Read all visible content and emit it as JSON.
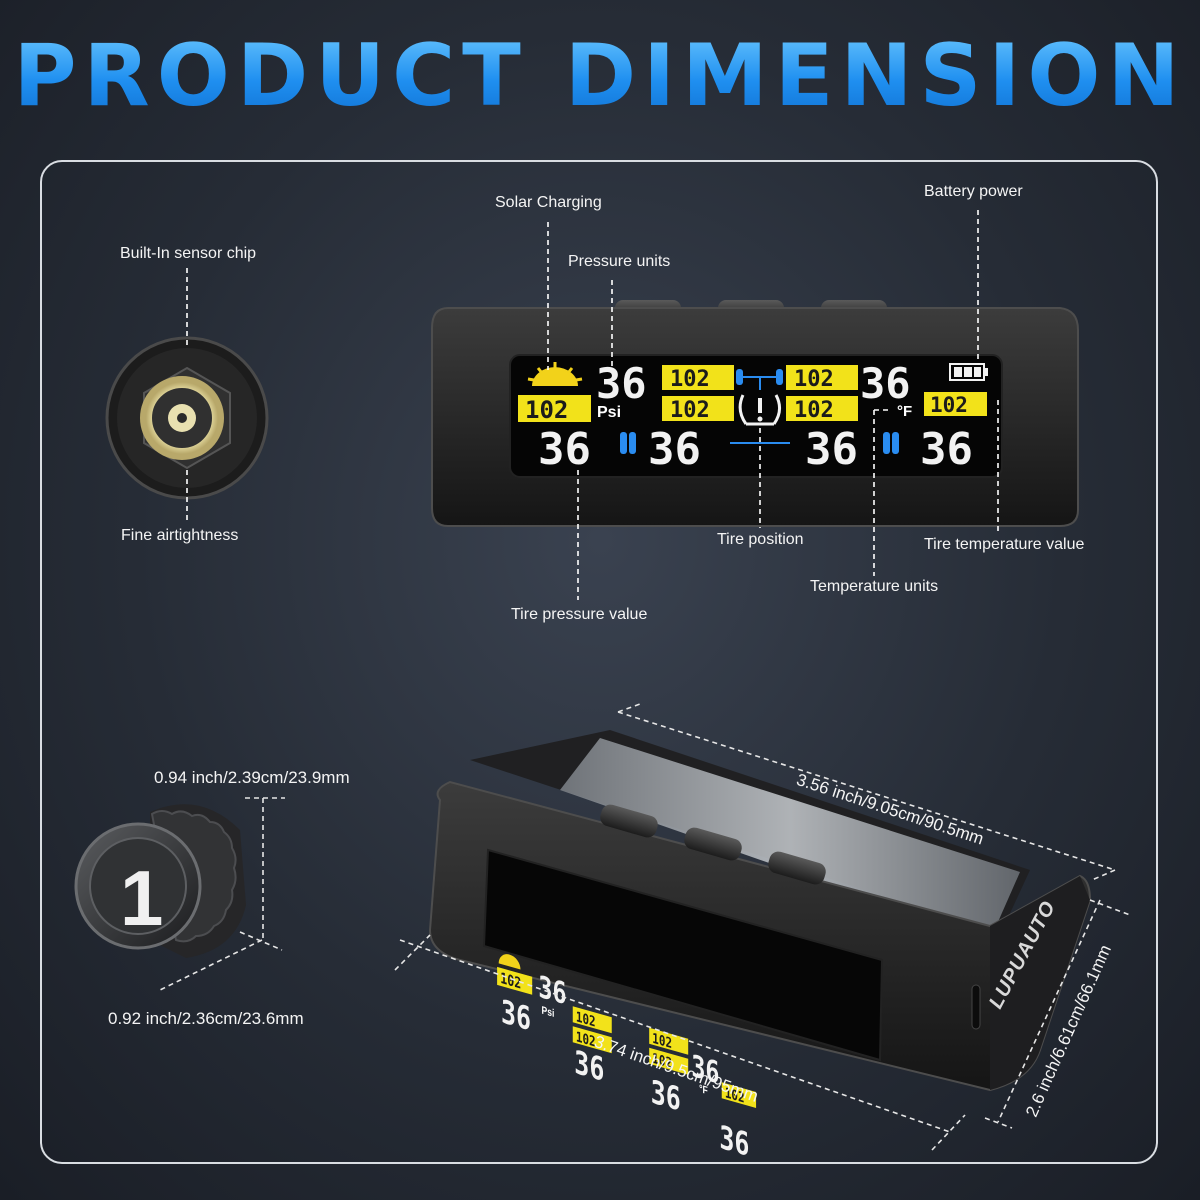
{
  "header": {
    "title": "PRODUCT DIMENSION"
  },
  "callouts": {
    "built_in_chip": "Built-In sensor chip",
    "fine_airtightness": "Fine airtightness",
    "solar_charging": "Solar Charging",
    "pressure_units": "Pressure units",
    "battery_power": "Battery power",
    "tire_position": "Tire position",
    "tire_temperature_value": "Tire temperature value",
    "temperature_units": "Temperature units",
    "tire_pressure_value": "Tire pressure value"
  },
  "display": {
    "pressure": "36",
    "temperature": "102",
    "pressure_unit": "Psi",
    "temp_unit": "°F"
  },
  "sensor": {
    "number": "1"
  },
  "brand": "LUPUAUTO",
  "dimensions": {
    "sensor_height": "0.94 inch/2.39cm/23.9mm",
    "sensor_width": "0.92 inch/2.36cm/23.6mm",
    "monitor_depth": "3.56 inch/9.05cm/90.5mm",
    "monitor_length": "3.74 inch/9.5cm/95mm",
    "monitor_height": "2.6 inch/6.61cm/66.1mm"
  },
  "colors": {
    "title": "#2f9bf0",
    "lcd_yellow": "#f2e21a",
    "lcd_blue": "#2a8cf0"
  }
}
